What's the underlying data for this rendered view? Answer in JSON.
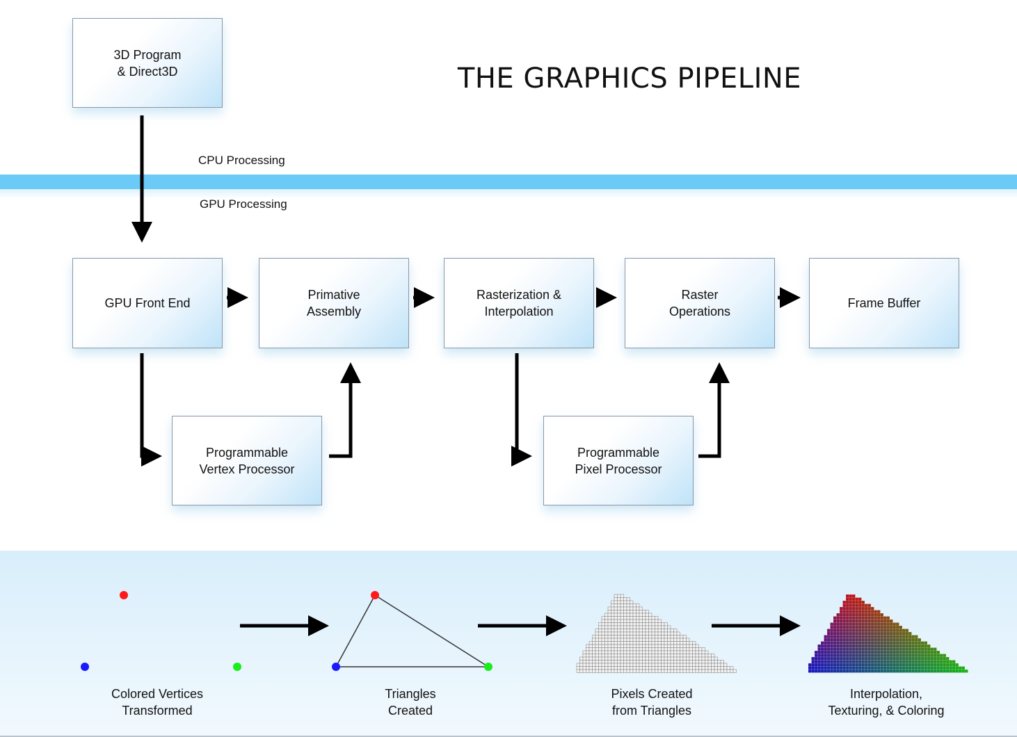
{
  "title": "THE GRAPHICS PIPELINE",
  "band": {
    "cpu_label": "CPU Processing",
    "gpu_label": "GPU Processing",
    "color": "#6ccaf6"
  },
  "boxes": {
    "program": "3D Program\n& Direct3D",
    "front_end": "GPU Front End",
    "primitive_assembly": "Primative\nAssembly",
    "rasterization": "Rasterization &\nInterpolation",
    "raster_ops": "Raster\nOperations",
    "frame_buffer": "Frame Buffer",
    "vertex_processor": "Programmable\nVertex Processor",
    "pixel_processor": "Programmable\nPixel Processor"
  },
  "captions": {
    "vertices": "Colored Vertices\nTransformed",
    "triangles": "Triangles\nCreated",
    "pixels": "Pixels Created\nfrom Triangles",
    "interpolation": "Interpolation,\nTexturing, & Coloring"
  },
  "vertex_colors": {
    "top": "#ff1a1a",
    "left": "#1a1aff",
    "right": "#1aee1a"
  }
}
